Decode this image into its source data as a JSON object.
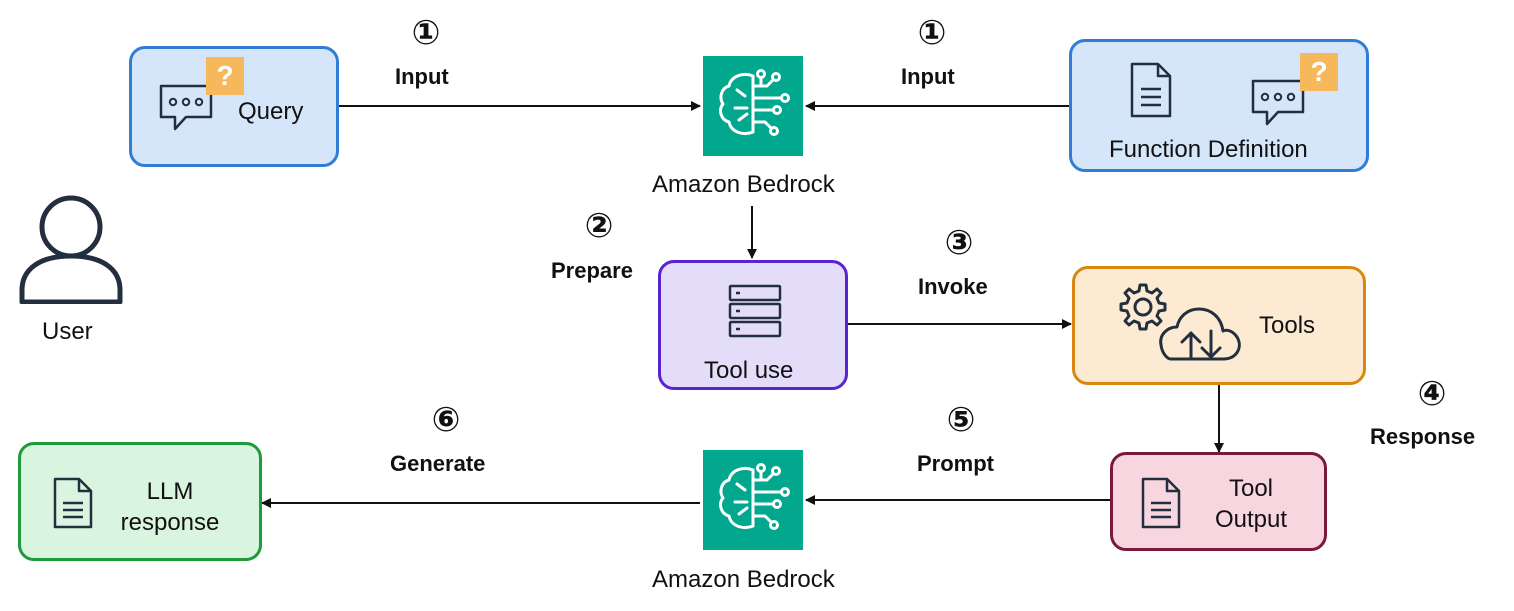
{
  "user": {
    "label": "User"
  },
  "query_box": {
    "label": "Query",
    "fill": "#D6E6FA",
    "border": "#2F7DD6"
  },
  "function_box": {
    "label": "Function Definition",
    "fill": "#D6E6FA",
    "border": "#2F7DD6"
  },
  "bedrock": {
    "label": "Amazon Bedrock",
    "color": "#01A88D"
  },
  "tool_use_box": {
    "label": "Tool use",
    "fill": "#E4DDFA",
    "border": "#5A23D1"
  },
  "tools_box": {
    "label": "Tools",
    "fill": "#FCEBD2",
    "border": "#D8870F"
  },
  "tool_output_box": {
    "label_line1": "Tool",
    "label_line2": "Output",
    "fill": "#F7D6DF",
    "border": "#7A1A3A"
  },
  "llm_response_box": {
    "label_line1": "LLM",
    "label_line2": "response",
    "fill": "#D9F5E0",
    "border": "#1F9A3A"
  },
  "question_mark": {
    "text": "?",
    "color": "#F7B85C"
  },
  "steps": {
    "input_left": {
      "num": "①",
      "label": "Input"
    },
    "input_right": {
      "num": "①",
      "label": "Input"
    },
    "prepare": {
      "num": "②",
      "label": "Prepare"
    },
    "invoke": {
      "num": "③",
      "label": "Invoke"
    },
    "response": {
      "num": "④",
      "label": "Response"
    },
    "prompt": {
      "num": "⑤",
      "label": "Prompt"
    },
    "generate": {
      "num": "⑥",
      "label": "Generate"
    }
  }
}
